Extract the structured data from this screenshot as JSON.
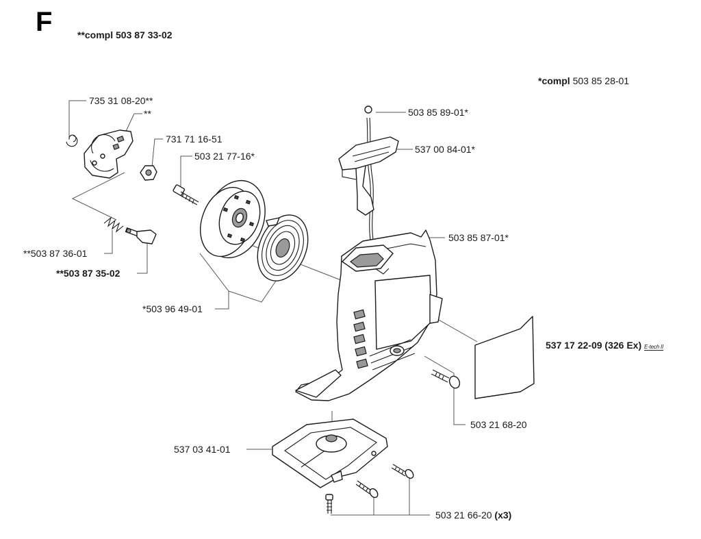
{
  "section": {
    "letter": "F"
  },
  "kits": {
    "compl_2star": {
      "prefix": "**compl",
      "number": "503 87 33-02"
    },
    "compl_1star": {
      "prefix": "*compl",
      "number": "503 85 28-01"
    }
  },
  "parts": {
    "p_735_31": "735 31 08-20**",
    "p_star2": "**",
    "p_731_71": "731 71 16-51",
    "p_503_21_77": "503 21 77-16*",
    "p_503_87_36": "**503 87 36-01",
    "p_503_87_35": "**503 87 35-02",
    "p_503_96_49": "*503 96 49-01",
    "p_503_85_89": "503 85 89-01*",
    "p_537_00_84": "537 00 84-01*",
    "p_503_85_87": "503 85 87-01*",
    "p_537_17_22": {
      "number": "537 17 22-09",
      "model": "(326 Ex)",
      "badge": "E-tech II"
    },
    "p_503_21_68": "503 21 68-20",
    "p_537_03_41": "537 03 41-01",
    "p_503_21_66": {
      "number": "503 21 66-20",
      "qty": "(x3)"
    }
  },
  "icons": [
    "snap-ring",
    "cover-plate",
    "nut",
    "screw",
    "spring",
    "pawl",
    "pulley",
    "recoil-spring",
    "starter-handle",
    "starter-housing",
    "decal",
    "bracket"
  ]
}
